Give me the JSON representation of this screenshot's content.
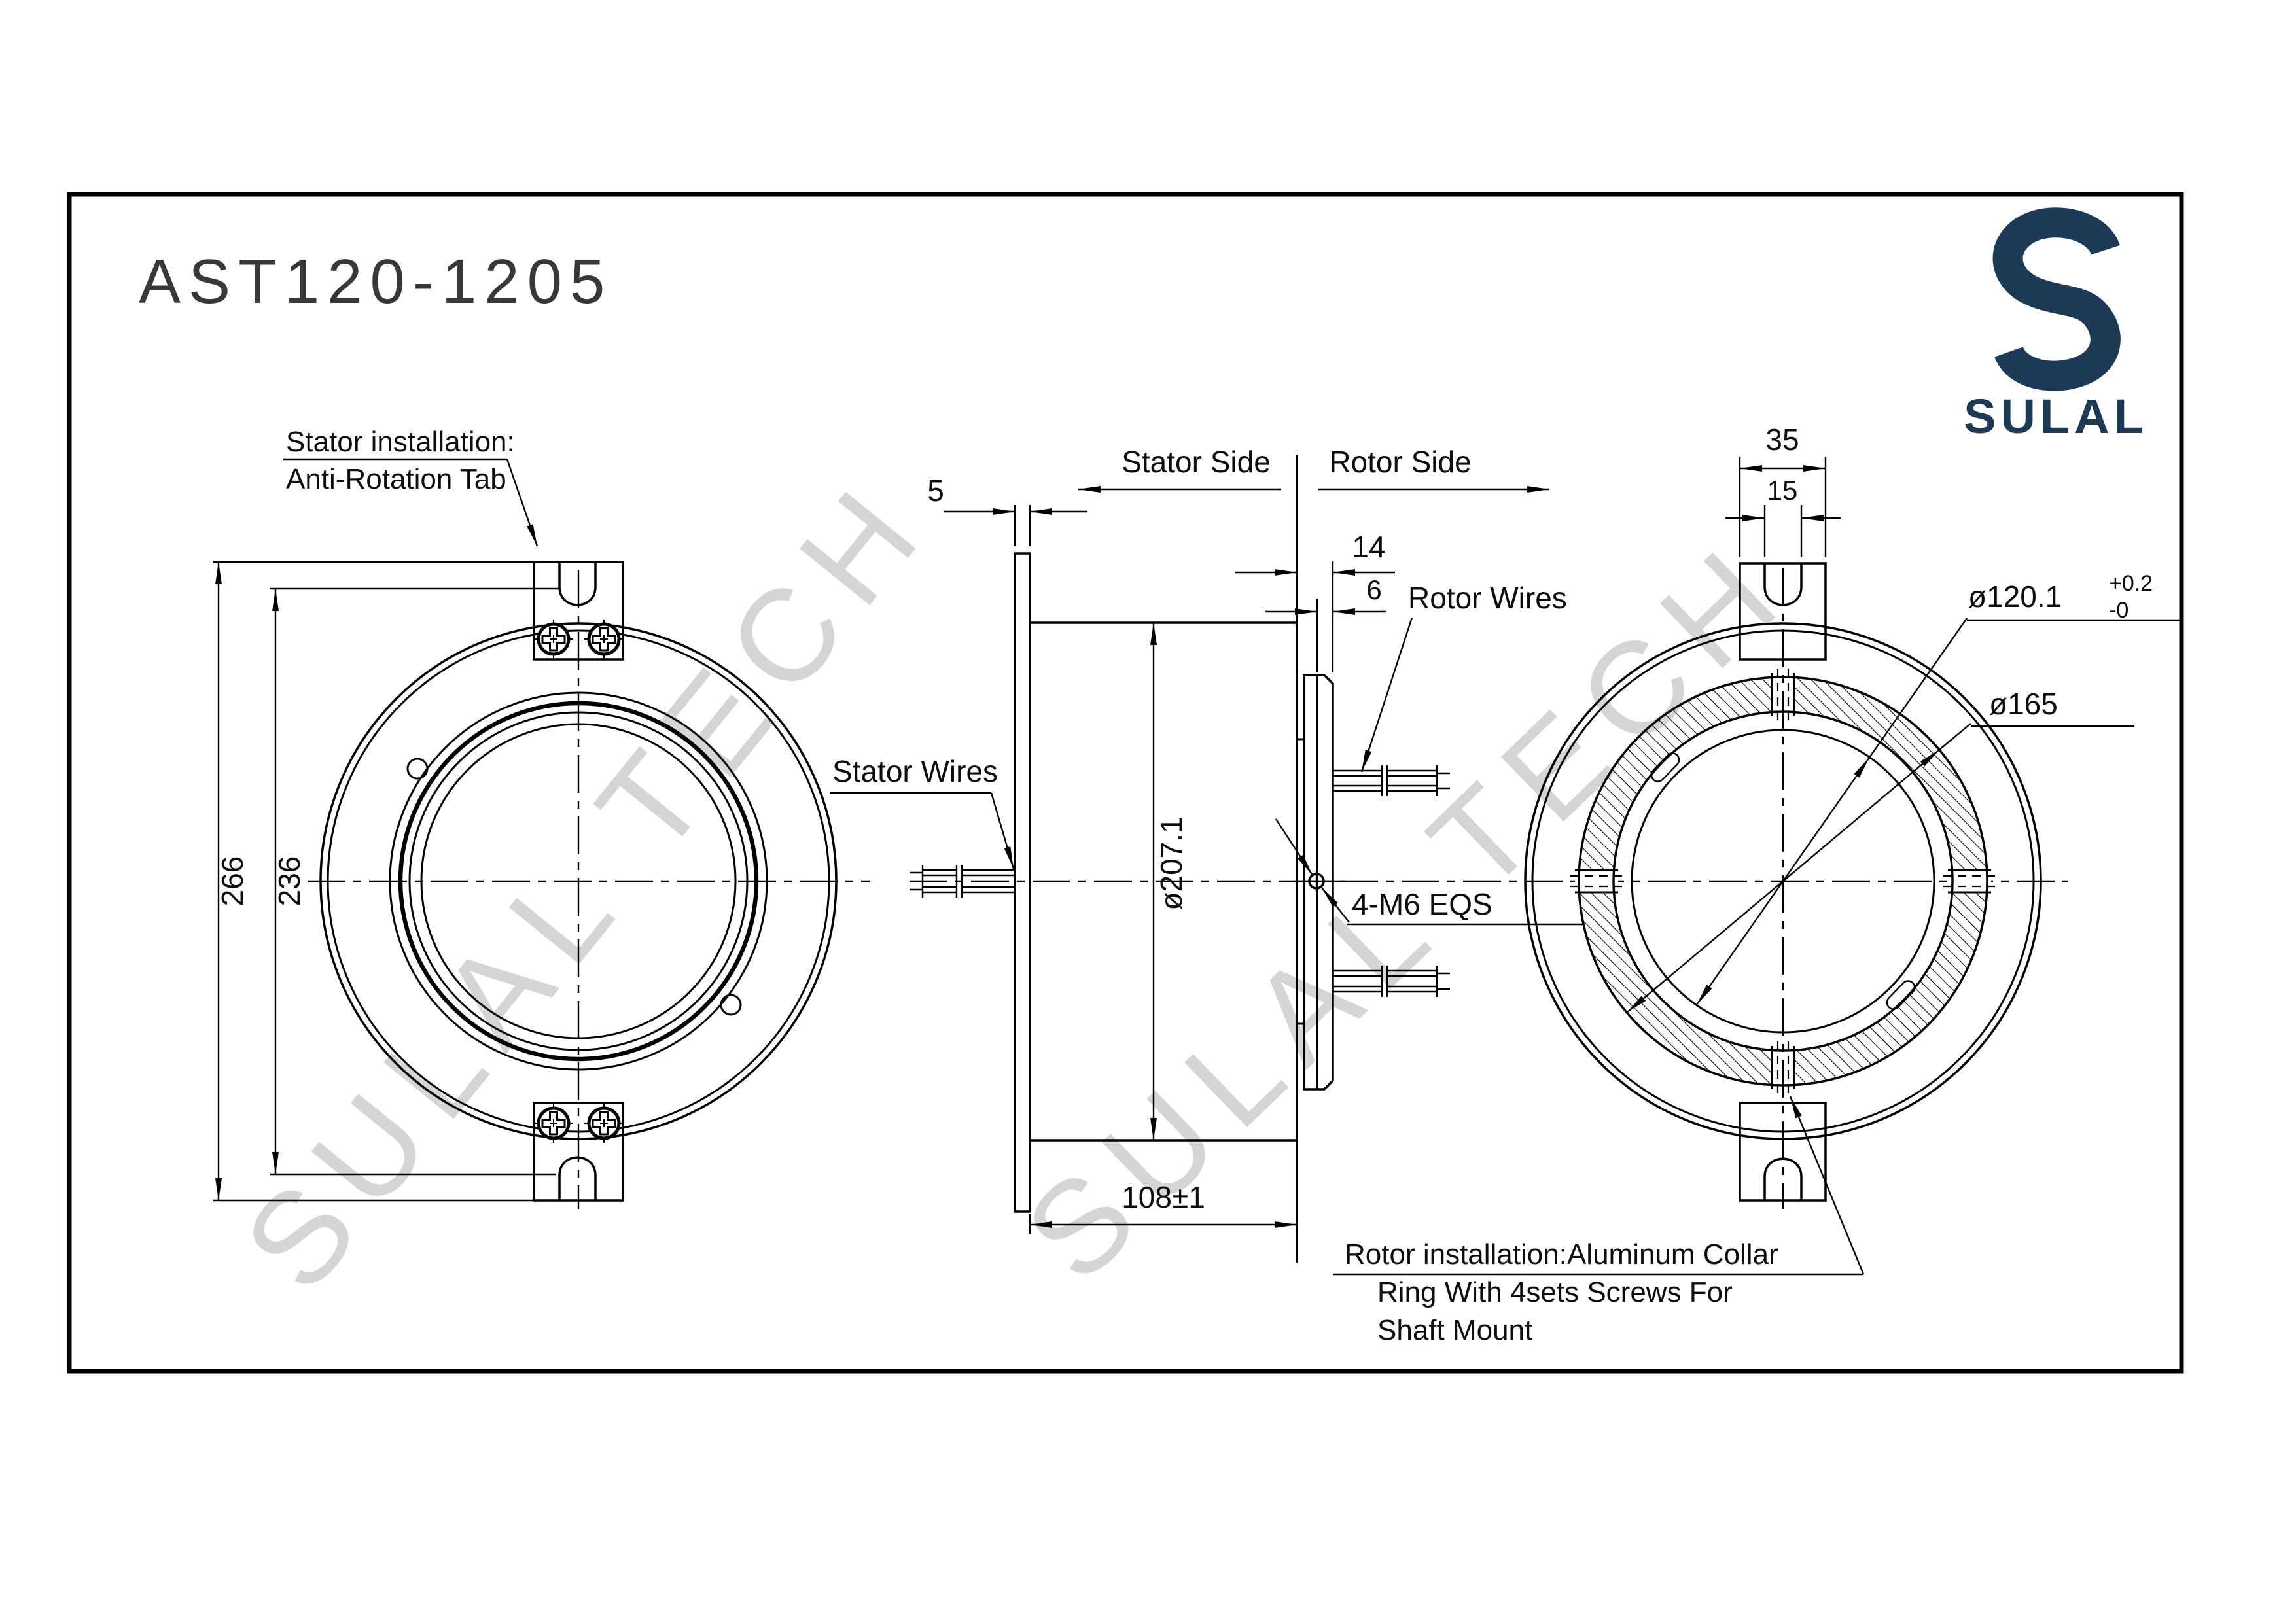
{
  "drawing": {
    "title": "AST120-1205",
    "watermark": "SULAL TECH",
    "logo": {
      "brand": "SULAL"
    },
    "front_view": {
      "dim_overall": "266",
      "dim_inner": "236",
      "note_line1": "Stator installation:",
      "note_line2": "Anti-Rotation Tab"
    },
    "side_view": {
      "dim_flange": "5",
      "label_stator_side": "Stator Side",
      "label_rotor_side": "Rotor Side",
      "dim_collar_depth": "14",
      "dim_plate": "6",
      "label_rotor_wires": "Rotor Wires",
      "label_stator_wires": "Stator Wires",
      "dim_body_dia": "ø207.1",
      "label_screws": "4-M6 EQS",
      "dim_length": "108±1"
    },
    "rotor_view": {
      "dim_tab_width": "35",
      "dim_slot_width": "15",
      "dim_bore": "ø120.1",
      "dim_bore_tol_plus": "+0.2",
      "dim_bore_tol_minus": "-0",
      "dim_collar_od": "ø165",
      "note_line1": "Rotor installation:Aluminum Collar",
      "note_line2": "Ring With 4sets Screws For",
      "note_line3": "Shaft Mount"
    }
  }
}
